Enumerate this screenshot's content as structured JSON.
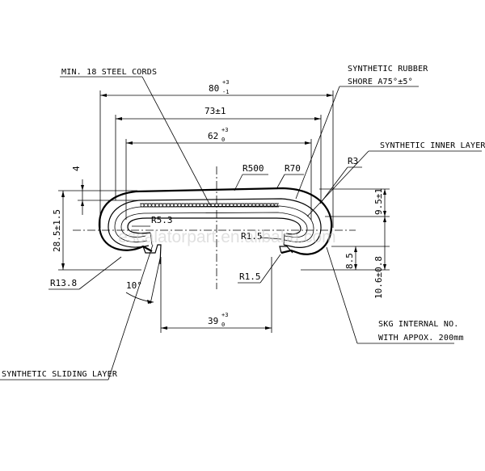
{
  "labels": {
    "steel_cords": "MIN. 18 STEEL CORDS",
    "rubber_line1": "SYNTHETIC RUBBER",
    "rubber_line2": "SHORE A75°±5°",
    "inner_layers": "SYNTHETIC INNER LAYERS",
    "sliding_layer": "SYNTHETIC SLIDING LAYER",
    "skg_line1": "SKG INTERNAL NO.",
    "skg_line2": "WITH APPOX. 200mm"
  },
  "dimensions": {
    "width_outer": {
      "base": "80",
      "sup": "+3",
      "sub": "-1"
    },
    "width_mid": "73±1",
    "width_inner": {
      "base": "62",
      "sup": "+3",
      "sub": "0"
    },
    "opening": {
      "base": "39",
      "sup": "+3",
      "sub": "0"
    },
    "top_thickness": "4",
    "height": "28.5±1.5",
    "right_top": "9.5±1",
    "right_lip": "8.5",
    "right_total": "10.6±0.8",
    "angle": "10°"
  },
  "radii": {
    "r500": "R500",
    "r70": "R70",
    "r3": "R3",
    "r5_3": "R5.3",
    "r1_5a": "R1.5",
    "r1_5b": "R1.5",
    "r13_8": "R13.8"
  },
  "watermark": "escalatorpart.en.alibaba.com"
}
